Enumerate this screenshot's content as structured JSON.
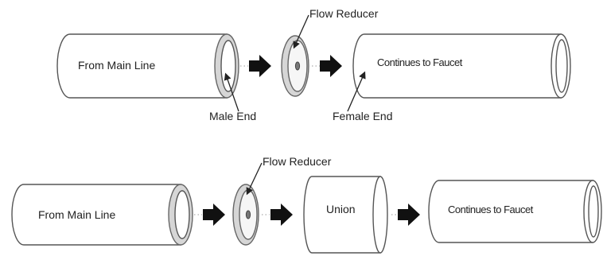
{
  "top_assembly": {
    "main_line_label": "From Main Line",
    "reducer_label": "Flow Reducer",
    "faucet_label": "Continues to Faucet",
    "male_end_label": "Male End",
    "female_end_label": "Female End"
  },
  "bottom_assembly": {
    "main_line_label": "From Main Line",
    "reducer_label": "Flow Reducer",
    "union_label": "Union",
    "faucet_label": "Continues to Faucet"
  },
  "icons": [
    "right-arrow-icon",
    "flow-reducer-disc-icon"
  ]
}
